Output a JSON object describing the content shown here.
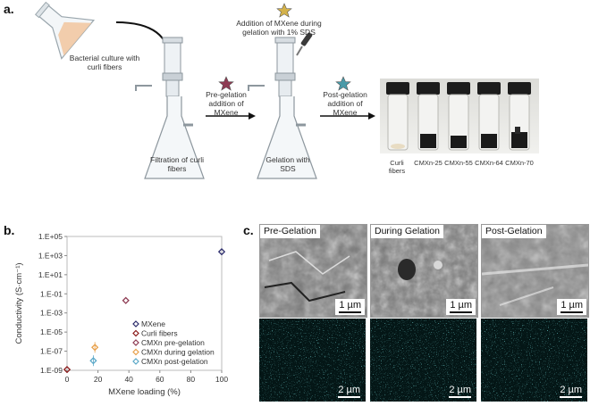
{
  "panel_a": {
    "label": "a.",
    "bacterial_culture": "Bacterial culture with curli fibers",
    "pre_gelation": "Pre-gelation addition of MXene",
    "during_gelation": "Addition of MXene during gelation with 1% SDS",
    "post_gelation": "Post-gelation addition of MXene",
    "filtration": "Filtration of curli fibers",
    "gelation": "Gelation with SDS",
    "vials": [
      "Curli fibers",
      "CMXn-25",
      "CMXn-55",
      "CMXn-64",
      "CMXn-70"
    ],
    "star_colors": {
      "pre": "#8e3b53",
      "during": "#d4b24a",
      "post": "#4a9aa8"
    }
  },
  "panel_b": {
    "label": "b."
  },
  "panel_c": {
    "label": "c.",
    "sem_titles": [
      "Pre-Gelation",
      "During Gelation",
      "Post-Gelation"
    ],
    "sem_scale": "1 µm",
    "edx_scale": "2 µm",
    "edx_color": "#2fb5b5"
  },
  "chart_data": {
    "type": "scatter",
    "xlabel": "MXene loading (%)",
    "ylabel": "Conductivity (S·cm⁻¹)",
    "y_scale": "log",
    "xlim": [
      0,
      100
    ],
    "ylim": [
      1e-09,
      100000.0
    ],
    "x_ticks": [
      "0",
      "20",
      "40",
      "60",
      "80",
      "100"
    ],
    "y_ticks": [
      "1.E-09",
      "1.E-07",
      "1.E-05",
      "1.E-03",
      "1.E-01",
      "1.E+01",
      "1.E+03",
      "1.E+05"
    ],
    "legend_placement": "bottom-right",
    "series": [
      {
        "name": "MXene",
        "color": "#2b2b6b",
        "points": [
          [
            100,
            2500
          ]
        ]
      },
      {
        "name": "Curli fibers",
        "color": "#8b1a1a",
        "points": [
          [
            0,
            1.2e-09
          ]
        ]
      },
      {
        "name": "CMXn pre-gelation",
        "color": "#8e3b53",
        "points": [
          [
            38,
            0.02
          ]
        ]
      },
      {
        "name": "CMXn during gelation",
        "color": "#e8a04a",
        "points": [
          [
            18,
            2.5e-07
          ]
        ]
      },
      {
        "name": "CMXn post-gelation",
        "color": "#5aa8c8",
        "points": [
          [
            17,
            1e-08
          ]
        ]
      }
    ]
  }
}
